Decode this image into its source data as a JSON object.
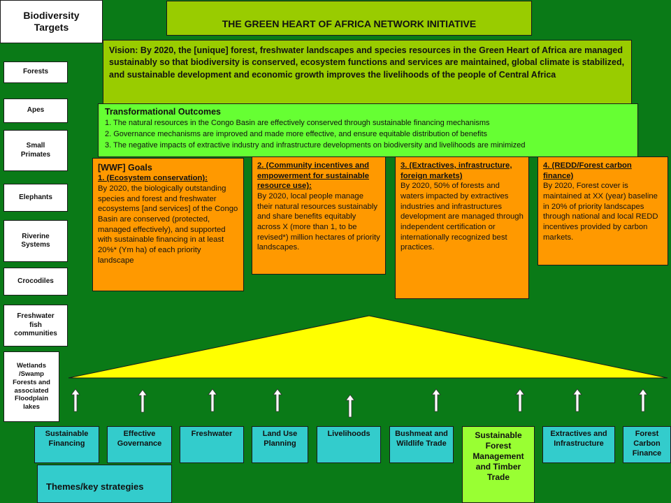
{
  "sidebar": {
    "title": "Biodiversity Targets",
    "targets": [
      "Forests",
      "Apes",
      "Small Primates",
      "Elephants",
      "Riverine Systems",
      "Crocodiles",
      "Freshwater fish communities",
      "Wetlands /Swamp Forests and associated Floodplain lakes"
    ]
  },
  "header": {
    "title": "THE GREEN HEART OF AFRICA NETWORK INITIATIVE"
  },
  "vision": {
    "text": "Vision: By 2020, the [unique] forest, freshwater landscapes and species resources in the Green Heart of Africa are managed sustainably so that biodiversity is conserved, ecosystem functions and services are maintained, global climate is stabilized, and sustainable development and economic growth improves the livelihoods of the people of Central Africa"
  },
  "outcomes": {
    "title": "Transformational Outcomes",
    "items": [
      "1. The natural resources in the Congo Basin are effectively conserved through sustainable financing mechanisms",
      "2. Governance mechanisms are improved and made more effective, and ensure equitable distribution of benefits",
      "3. The negative impacts of extractive industry and infrastructure developments on biodiversity and livelihoods are minimized"
    ]
  },
  "goals": {
    "title": "[WWF] Goals",
    "items": [
      {
        "heading": "1. (Ecosystem conservation):",
        "text": "By 2020, the biologically outstanding species and forest and freshwater ecosystems [and services] of the Congo Basin are conserved (protected, managed effectively), and supported with sustainable financing in at least 20%* (Ym ha) of each priority landscape"
      },
      {
        "heading": "2. (Community incentives and empowerment for sustainable resource use):",
        "text": "By 2020, local people manage their natural resources sustainably and share benefits equitably across X (more than 1, to be revised*) million hectares of priority landscapes."
      },
      {
        "heading": "3. (Extractives, infrastructure, foreign markets)",
        "text": "By 2020, 50% of forests and waters impacted by extractives industries and infrastructures development are managed through independent certification or internationally recognized best practices."
      },
      {
        "heading": "4. (REDD/Forest carbon finance)",
        "text": "By 2020, Forest cover is maintained at XX (year) baseline in 20% of priority landscapes through national and local REDD incentives provided by carbon markets."
      }
    ]
  },
  "strategies": {
    "items": [
      "Sustainable Financing",
      "Effective Governance",
      "Freshwater",
      "Land Use Planning",
      "Livelihoods",
      "Bushmeat and Wildlife Trade",
      "Sustainable Forest Management and Timber Trade",
      "Extractives and Infrastructure",
      "Forest Carbon Finance"
    ],
    "label": "Themes/key strategies"
  },
  "colors": {
    "background": "#0a7a17",
    "title_box": "#99cc00",
    "outcomes_box": "#66ff33",
    "goal_box": "#ff9900",
    "strategy_box": "#33cccc",
    "triangle": "#ffff00"
  }
}
